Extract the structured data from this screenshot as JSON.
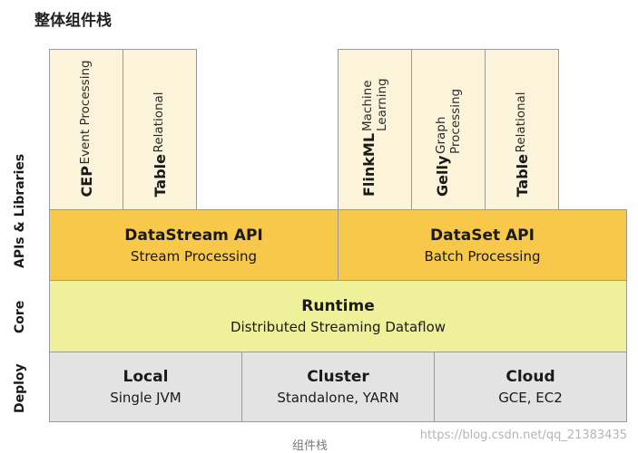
{
  "title": "整体组件栈",
  "layers": {
    "apis": "APIs & Libraries",
    "core": "Core",
    "deploy": "Deploy"
  },
  "libraries": [
    {
      "name": "CEP",
      "sub": "Event Processing"
    },
    {
      "name": "Table",
      "sub": "Relational"
    },
    {
      "name": "FlinkML",
      "sub": "Machine Learning"
    },
    {
      "name": "Gelly",
      "sub": "Graph Processing"
    },
    {
      "name": "Table",
      "sub": "Relational"
    }
  ],
  "apis": [
    {
      "name": "DataStream API",
      "sub": "Stream Processing"
    },
    {
      "name": "DataSet API",
      "sub": "Batch Processing"
    }
  ],
  "core": {
    "name": "Runtime",
    "sub": "Distributed Streaming Dataflow"
  },
  "deploy": [
    {
      "name": "Local",
      "sub": "Single JVM"
    },
    {
      "name": "Cluster",
      "sub": "Standalone, YARN"
    },
    {
      "name": "Cloud",
      "sub": "GCE, EC2"
    }
  ],
  "caption": "组件栈",
  "watermark": "https://blog.csdn.net/qq_21383435"
}
